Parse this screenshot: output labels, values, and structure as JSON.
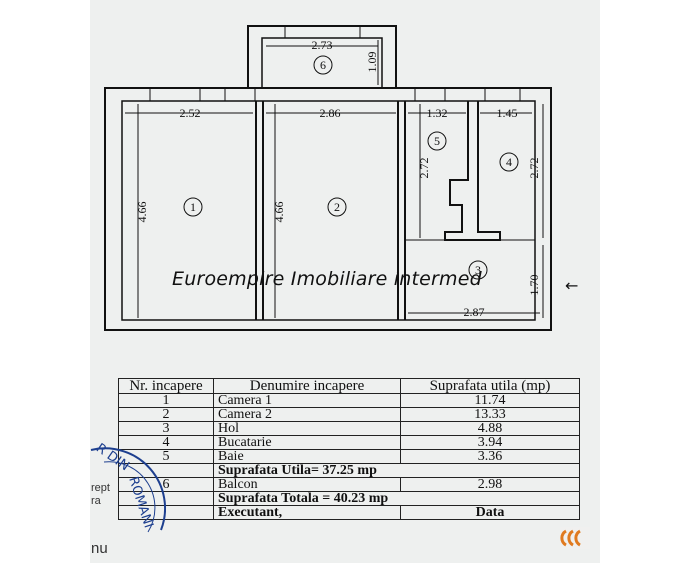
{
  "plan": {
    "dimensions": {
      "d_273": "2.73",
      "d_109": "1.09",
      "d_252": "2.52",
      "d_286": "2.86",
      "d_132": "1.32",
      "d_145": "1.45",
      "d_466_a": "4.66",
      "d_466_b": "4.66",
      "d_272_a": "2.72",
      "d_272_b": "2.72",
      "d_170": "1.70",
      "d_287": "2.87"
    },
    "room_numbers": {
      "r1": "1",
      "r2": "2",
      "r3": "3",
      "r4": "4",
      "r5": "5",
      "r6": "6"
    },
    "watermark": "Euroempire Imobiliare intermed",
    "arrow": "←"
  },
  "table": {
    "headers": {
      "nr": "Nr. incapere",
      "denumire": "Denumire incapere",
      "suprafata": "Suprafata utila (mp)"
    },
    "rows": [
      {
        "nr": "1",
        "name": "Camera 1",
        "area": "11.74"
      },
      {
        "nr": "2",
        "name": "Camera 2",
        "area": "13.33"
      },
      {
        "nr": "3",
        "name": "Hol",
        "area": "4.88"
      },
      {
        "nr": "4",
        "name": "Bucatarie",
        "area": "3.94"
      },
      {
        "nr": "5",
        "name": "Baie",
        "area": "3.36"
      }
    ],
    "total_util": "Suprafata Utila= 37.25 mp",
    "balcon": {
      "nr": "6",
      "name": "Balcon",
      "area": "2.98"
    },
    "total": "Suprafata Totala = 40.23 mp",
    "executant": "Executant,",
    "data": "Data"
  },
  "stamp": {
    "text_top": "R DIN",
    "text_side": "ROMANI"
  },
  "side_text": {
    "t1": "rept",
    "t2": "ra",
    "t3": "nu"
  },
  "colors": {
    "paper": "#eef0ef",
    "ink": "#111111",
    "stamp": "#1d3f8f"
  }
}
